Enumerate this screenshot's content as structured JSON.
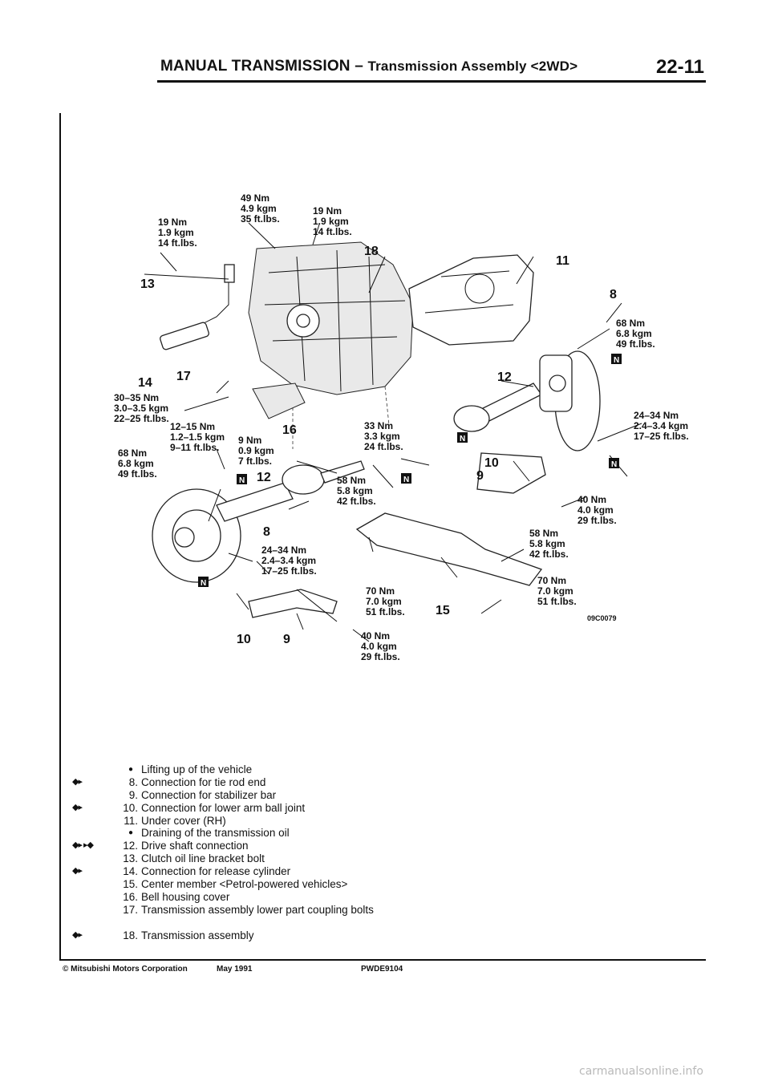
{
  "header": {
    "title_main": "MANUAL TRANSMISSION – ",
    "title_sub": "Transmission Assembly <2WD>",
    "page_number": "22-11"
  },
  "diagram": {
    "code": "09C0079",
    "n_badge": "N",
    "part_numbers": {
      "p8a": "8",
      "p8b": "8",
      "p9a": "9",
      "p9b": "9",
      "p10a": "10",
      "p10b": "10",
      "p11": "11",
      "p12a": "12",
      "p12b": "12",
      "p13": "13",
      "p14": "14",
      "p15": "15",
      "p16": "16",
      "p17": "17",
      "p18": "18"
    },
    "torques": {
      "t49": [
        "49 Nm",
        "4.9 kgm",
        "35 ft.lbs."
      ],
      "t19a": [
        "19 Nm",
        "1.9 kgm",
        "14 ft.lbs."
      ],
      "t19b": [
        "19 Nm",
        "1.9 kgm",
        "14 ft.lbs."
      ],
      "t68a": [
        "68 Nm",
        "6.8 kgm",
        "49 ft.lbs."
      ],
      "t68b": [
        "68 Nm",
        "6.8 kgm",
        "49 ft.lbs."
      ],
      "t30": [
        "30–35 Nm",
        "3.0–3.5 kgm",
        "22–25 ft.lbs."
      ],
      "t12": [
        "12–15 Nm",
        "1.2–1.5 kgm",
        "9–11 ft.lbs."
      ],
      "t9": [
        "9 Nm",
        "0.9 kgm",
        "7 ft.lbs."
      ],
      "t33": [
        "33 Nm",
        "3.3 kgm",
        "24 ft.lbs."
      ],
      "t58a": [
        "58 Nm",
        "5.8 kgm",
        "42 ft.lbs."
      ],
      "t58b": [
        "58 Nm",
        "5.8 kgm",
        "42 ft.lbs."
      ],
      "t24a": [
        "24–34 Nm",
        "2.4–3.4 kgm",
        "17–25 ft.lbs."
      ],
      "t24b": [
        "24–34 Nm",
        "2.4–3.4 kgm",
        "17–25 ft.lbs."
      ],
      "t40a": [
        "40 Nm",
        "4.0 kgm",
        "29 ft.lbs."
      ],
      "t40b": [
        "40 Nm",
        "4.0 kgm",
        "29 ft.lbs."
      ],
      "t70a": [
        "70 Nm",
        "7.0 kgm",
        "51 ft.lbs."
      ],
      "t70b": [
        "70 Nm",
        "7.0 kgm",
        "51 ft.lbs."
      ]
    }
  },
  "steps": [
    {
      "marks": "",
      "dot": true,
      "num": "",
      "text": "Lifting up of the vehicle"
    },
    {
      "marks": "◆▸",
      "dot": false,
      "num": "8.",
      "text": "Connection for tie rod end"
    },
    {
      "marks": "",
      "dot": false,
      "num": "9.",
      "text": "Connection for stabilizer bar"
    },
    {
      "marks": "◆▸",
      "dot": false,
      "num": "10.",
      "text": "Connection for lower arm ball joint"
    },
    {
      "marks": "",
      "dot": false,
      "num": "11.",
      "text": "Under cover (RH)"
    },
    {
      "marks": "",
      "dot": true,
      "num": "",
      "text": "Draining of the transmission oil"
    },
    {
      "marks": "◆▸ ▸◆",
      "dot": false,
      "num": "12.",
      "text": "Drive shaft connection"
    },
    {
      "marks": "",
      "dot": false,
      "num": "13.",
      "text": "Clutch oil line bracket bolt"
    },
    {
      "marks": "◆▸",
      "dot": false,
      "num": "14.",
      "text": "Connection for release cylinder"
    },
    {
      "marks": "",
      "dot": false,
      "num": "15.",
      "text": "Center member <Petrol-powered vehicles>"
    },
    {
      "marks": "",
      "dot": false,
      "num": "16.",
      "text": "Bell housing cover"
    },
    {
      "marks": "",
      "dot": false,
      "num": "17.",
      "text": "Transmission assembly lower part coupling bolts"
    },
    {
      "marks": "◆▸",
      "dot": false,
      "num": "18.",
      "text": "Transmission assembly"
    }
  ],
  "footer": {
    "copyright": "© Mitsubishi Motors Corporation",
    "date": "May 1991",
    "code": "PWDE9104"
  },
  "watermark": "carmanualsonline.info"
}
